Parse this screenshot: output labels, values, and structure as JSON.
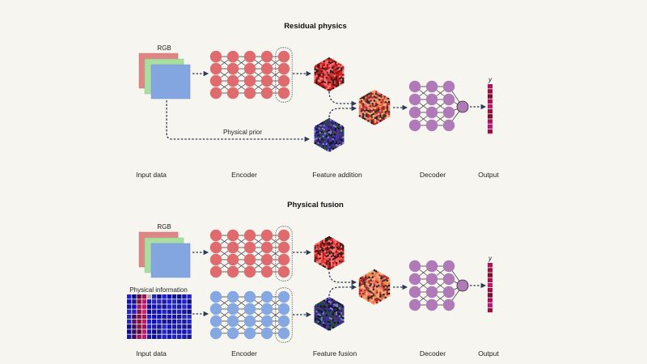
{
  "panels": [
    {
      "id": "residual",
      "title": "Residual physics",
      "input_label": "RGB",
      "prior_label": "Physical prior",
      "stage_labels": {
        "input": "Input data",
        "encoder": "Encoder",
        "feature": "Feature addition",
        "decoder": "Decoder",
        "output": "Output"
      },
      "output_symbol": "y"
    },
    {
      "id": "fusion",
      "title": "Physical fusion",
      "input_label": "RGB",
      "physical_info_label": "Physical information",
      "stage_labels": {
        "input": "Input data",
        "encoder": "Encoder",
        "feature": "Feature fusion",
        "decoder": "Decoder",
        "output": "Output"
      },
      "output_symbol": "y"
    }
  ],
  "colors": {
    "background": "#f6f5ef",
    "rgb_red": "#e08585",
    "rgb_green": "#a8dea0",
    "rgb_blue": "#84a6e0",
    "encoder_red": "#e06b6e",
    "encoder_blue": "#86a8e2",
    "decoder_purple": "#b07ab8",
    "arrow": "#2d3a55",
    "output_bar": "#b0105a"
  },
  "network": {
    "encoder_layers": 5,
    "encoder_nodes_per_layer": 4,
    "decoder_layers": 3,
    "decoder_nodes_per_layer": 4,
    "output_cells": 10
  }
}
